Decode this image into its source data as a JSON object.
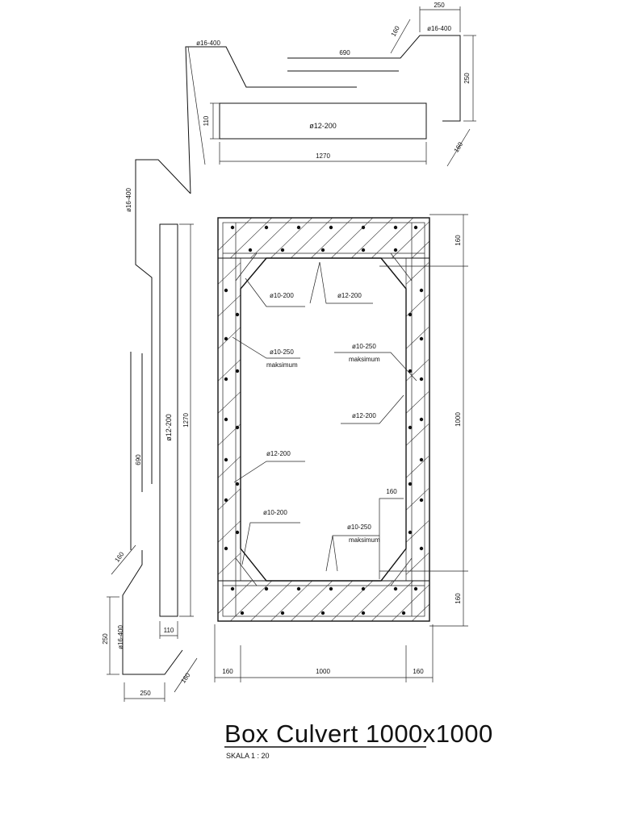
{
  "title": "Box Culvert 1000x1000",
  "scale": "SKALA 1 : 20",
  "top_bar": {
    "bar_label": "ø12-200",
    "thickness": "110",
    "length": "1270",
    "hook_label_left": "ø16-400",
    "hook_label_right": "ø16-400",
    "lap": "690",
    "hook_diag": "160",
    "hook_width": "250",
    "hook_height": "250",
    "hook_diag_lower": "160"
  },
  "side_bar": {
    "bar_label": "ø12-200",
    "thickness": "110",
    "length": "1270",
    "hook_label_top": "ø16-400",
    "hook_label_bottom": "ø16-400",
    "lap": "690",
    "hook_diag": "160",
    "hook_width": "250",
    "hook_height": "250",
    "hook_diag_lower": "160"
  },
  "section": {
    "top_thickness": "160",
    "bottom_thickness": "160",
    "inner_height": "1000",
    "left_wall": "160",
    "inner_width": "1000",
    "right_wall": "160",
    "haunch": "160",
    "labels": {
      "l1": "ø10-200",
      "l2": "ø12-200",
      "l3": "ø10-250",
      "l3b": "maksimum",
      "l4": "ø10-250",
      "l4b": "maksimum",
      "l5": "ø12-200",
      "l6": "ø12-200",
      "l7": "ø10-200",
      "l8": "ø10-250",
      "l8b": "maksimum"
    }
  }
}
